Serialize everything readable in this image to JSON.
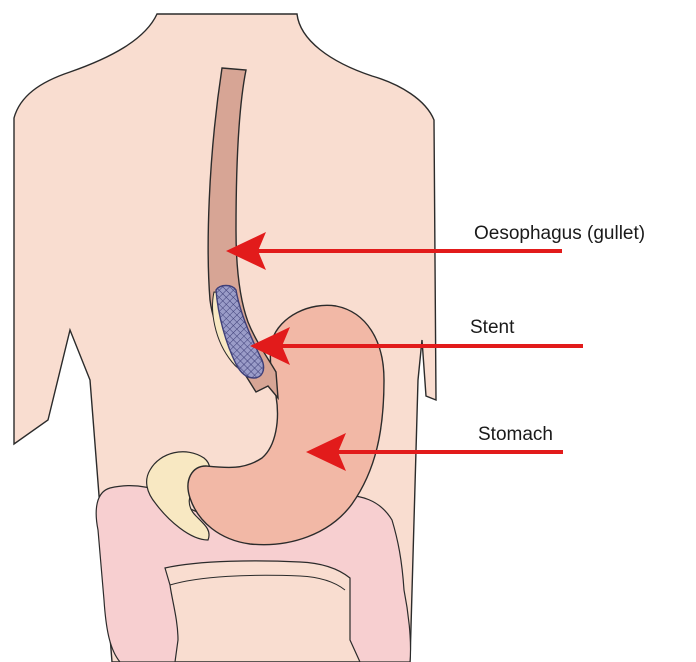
{
  "labels": {
    "oesophagus": "Oesophagus (gullet)",
    "stent": "Stent",
    "stomach": "Stomach"
  },
  "colors": {
    "skin": "#f9ddd0",
    "outline": "#2b2b2b",
    "oesophagus": "#d7a595",
    "stomach": "#f2b8a6",
    "intestine": "#f7cfd0",
    "fat": "#f8e8c2",
    "stent": "#6e6f9e",
    "arrow": "#e21b1b"
  }
}
